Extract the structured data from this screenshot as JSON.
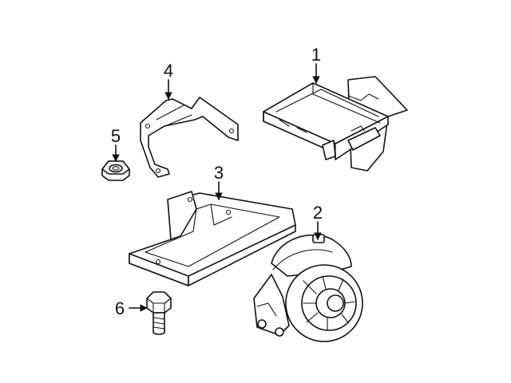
{
  "diagram": {
    "callouts": [
      {
        "label": "1"
      },
      {
        "label": "2"
      },
      {
        "label": "3"
      },
      {
        "label": "4"
      },
      {
        "label": "5"
      },
      {
        "label": "6"
      }
    ]
  }
}
